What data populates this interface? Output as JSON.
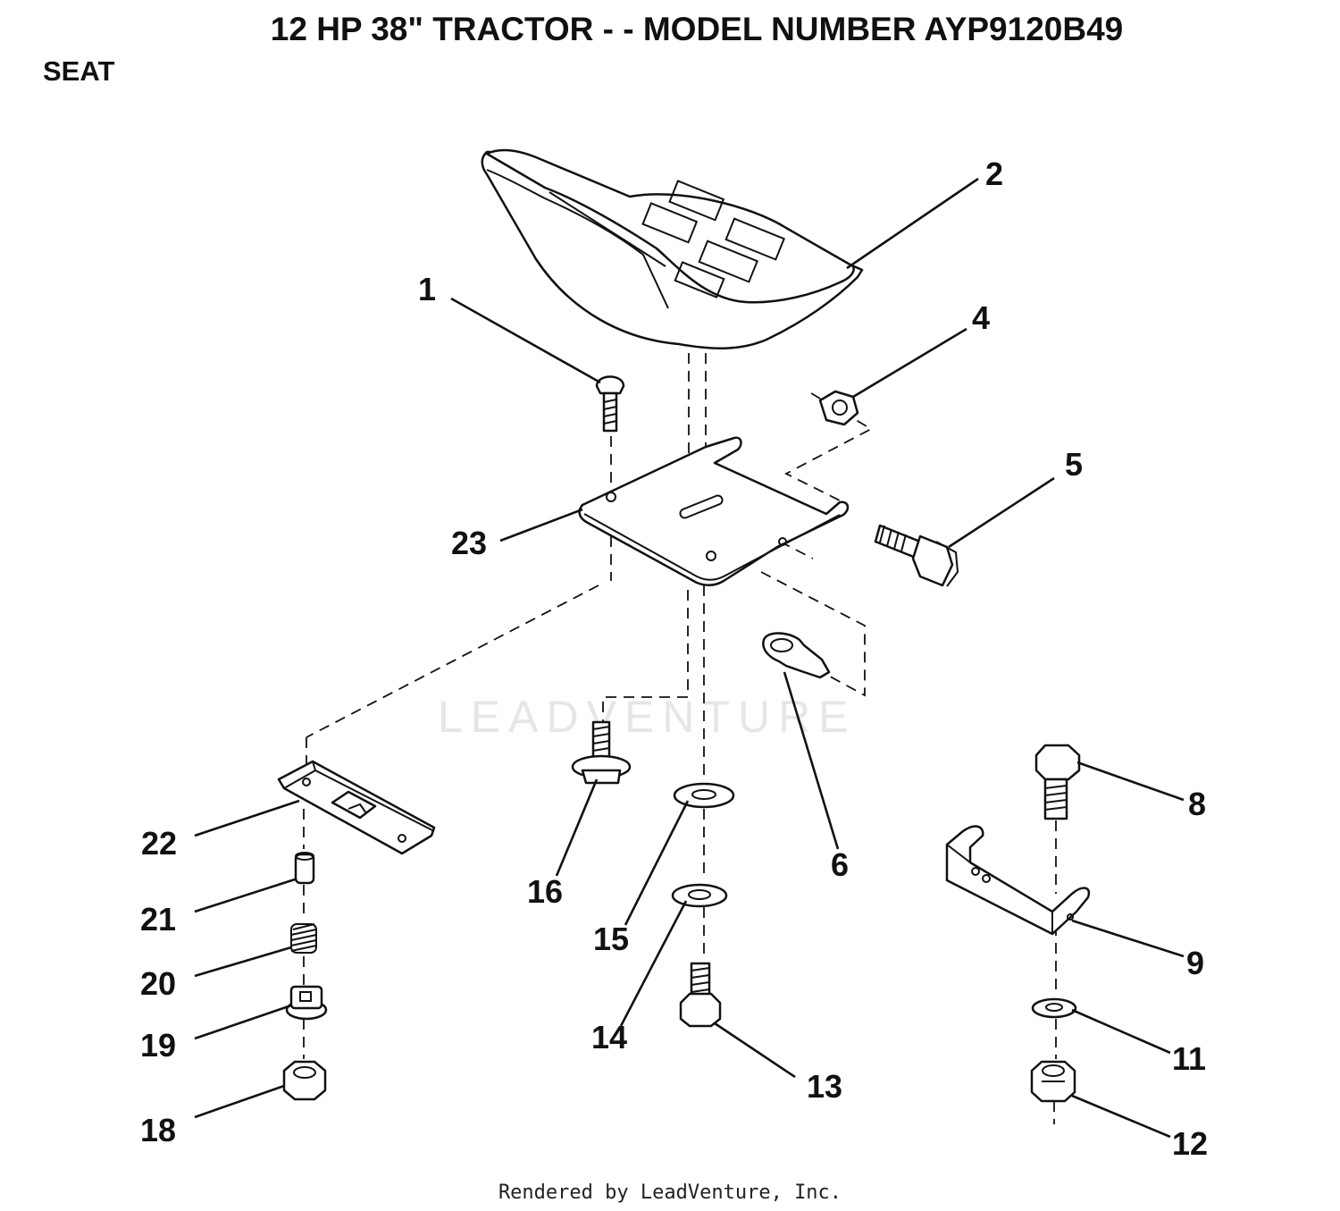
{
  "title": "12 HP 38\" TRACTOR - - MODEL NUMBER AYP9120B49",
  "section": "SEAT",
  "watermark": "LEADVENTURE",
  "footer": "Rendered by LeadVenture, Inc.",
  "callouts": {
    "c1": "1",
    "c2": "2",
    "c4": "4",
    "c5": "5",
    "c6": "6",
    "c8": "8",
    "c9": "9",
    "c11": "11",
    "c12": "12",
    "c13": "13",
    "c14": "14",
    "c15": "15",
    "c16": "16",
    "c18": "18",
    "c19": "19",
    "c20": "20",
    "c21": "21",
    "c22": "22",
    "c23": "23"
  }
}
